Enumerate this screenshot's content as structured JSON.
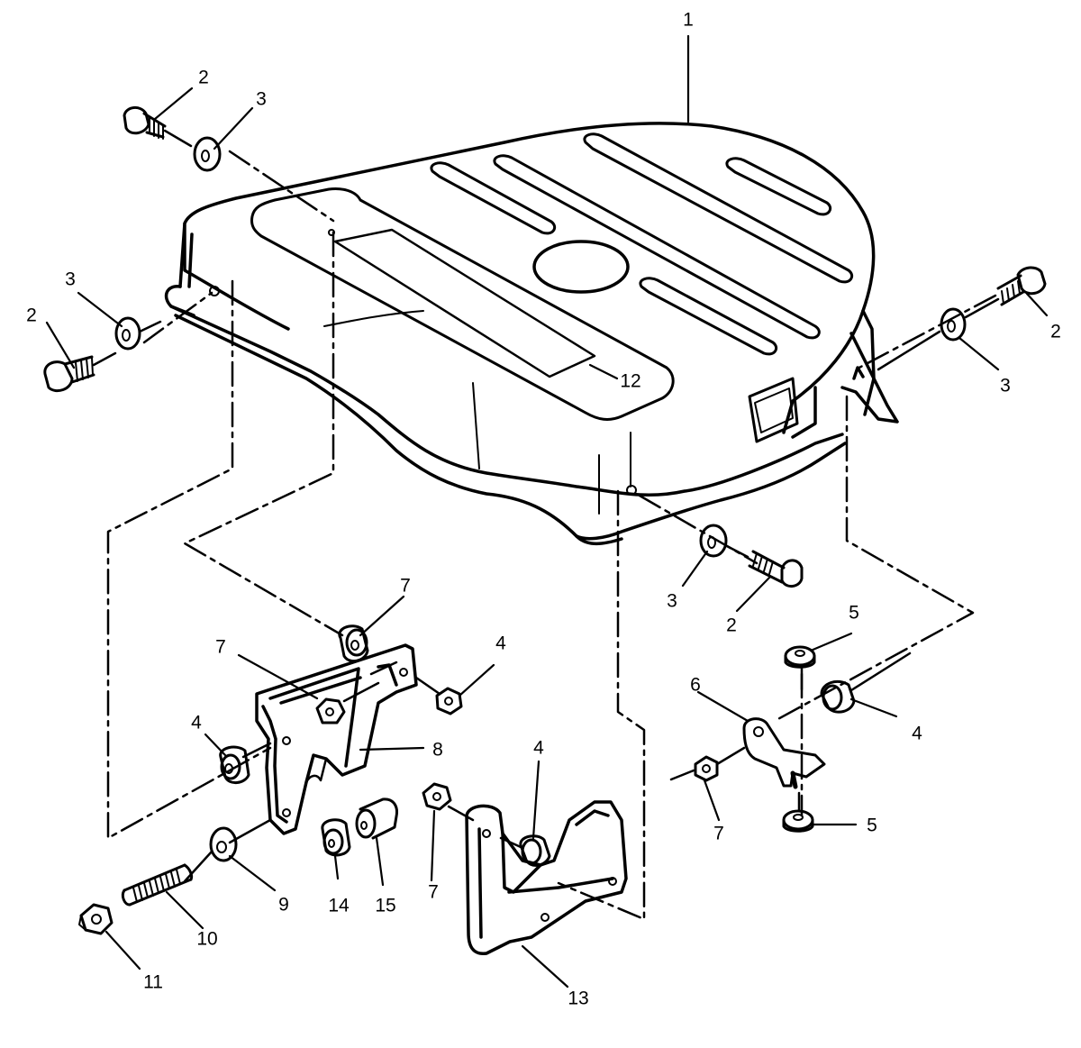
{
  "diagram": {
    "type": "exploded-parts-view",
    "line_color": "#000000",
    "background_color": "#ffffff",
    "parts": [
      {
        "id": "cover",
        "callout": "1"
      },
      {
        "id": "bolt",
        "callout": "2"
      },
      {
        "id": "washer",
        "callout": "3"
      },
      {
        "id": "spacer",
        "callout": "4"
      },
      {
        "id": "flat-washer",
        "callout": "5"
      },
      {
        "id": "small-bracket",
        "callout": "6"
      },
      {
        "id": "nut",
        "callout": "7"
      },
      {
        "id": "left-bracket",
        "callout": "8"
      },
      {
        "id": "large-washer",
        "callout": "9"
      },
      {
        "id": "stud",
        "callout": "10"
      },
      {
        "id": "stud-nut",
        "callout": "11"
      },
      {
        "id": "decal",
        "callout": "12"
      },
      {
        "id": "right-bracket",
        "callout": "13"
      },
      {
        "id": "bushing",
        "callout": "14"
      },
      {
        "id": "sleeve",
        "callout": "15"
      }
    ],
    "callouts": [
      {
        "text": "1",
        "part": "cover"
      },
      {
        "text": "2",
        "part": "bolt"
      },
      {
        "text": "3",
        "part": "washer"
      },
      {
        "text": "3",
        "part": "washer"
      },
      {
        "text": "2",
        "part": "bolt"
      },
      {
        "text": "2",
        "part": "bolt"
      },
      {
        "text": "3",
        "part": "washer"
      },
      {
        "text": "12",
        "part": "decal"
      },
      {
        "text": "3",
        "part": "washer"
      },
      {
        "text": "2",
        "part": "bolt"
      },
      {
        "text": "7",
        "part": "nut"
      },
      {
        "text": "7",
        "part": "nut"
      },
      {
        "text": "4",
        "part": "spacer"
      },
      {
        "text": "4",
        "part": "spacer"
      },
      {
        "text": "8",
        "part": "left-bracket"
      },
      {
        "text": "9",
        "part": "large-washer"
      },
      {
        "text": "10",
        "part": "stud"
      },
      {
        "text": "11",
        "part": "stud-nut"
      },
      {
        "text": "14",
        "part": "bushing"
      },
      {
        "text": "15",
        "part": "sleeve"
      },
      {
        "text": "7",
        "part": "nut"
      },
      {
        "text": "4",
        "part": "spacer"
      },
      {
        "text": "13",
        "part": "right-bracket"
      },
      {
        "text": "5",
        "part": "flat-washer"
      },
      {
        "text": "6",
        "part": "small-bracket"
      },
      {
        "text": "4",
        "part": "spacer"
      },
      {
        "text": "7",
        "part": "nut"
      },
      {
        "text": "5",
        "part": "flat-washer"
      }
    ]
  }
}
